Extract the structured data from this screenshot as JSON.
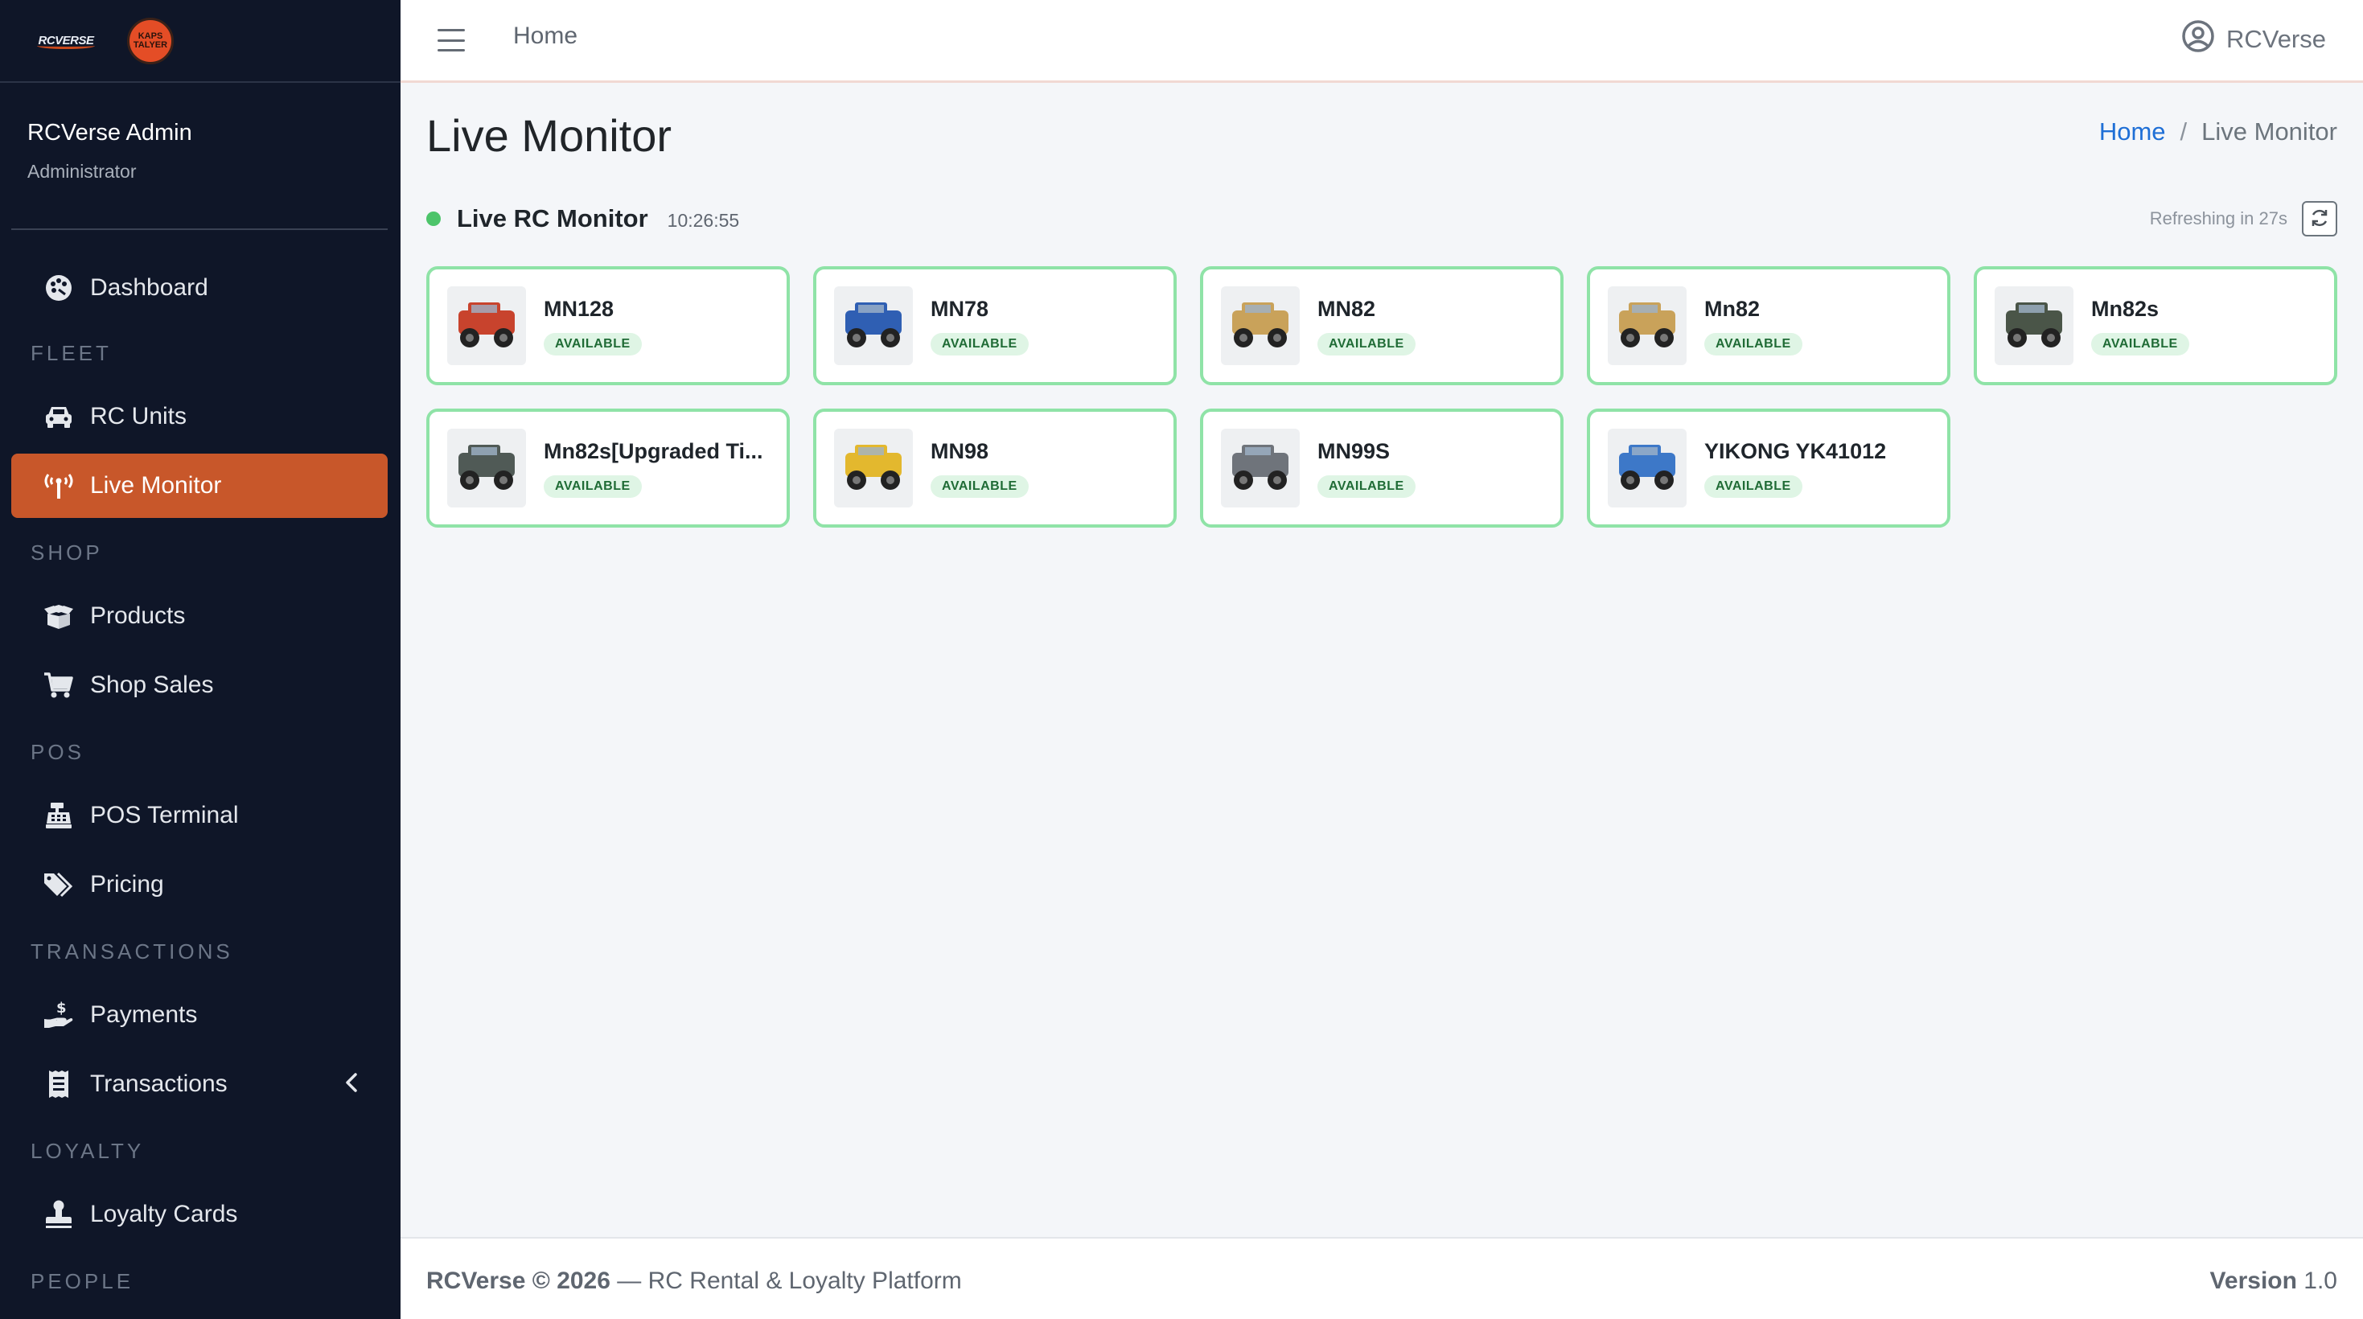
{
  "brand": {
    "logo_text": "RCVERSE",
    "partner_logo_line1": "KAPS",
    "partner_logo_line2": "TALYER"
  },
  "user_panel": {
    "name": "RCVerse Admin",
    "role": "Administrator"
  },
  "sidebar": {
    "items": [
      {
        "label": "Dashboard",
        "icon": "palette-icon"
      },
      {
        "header": "FLEET"
      },
      {
        "label": "RC Units",
        "icon": "car-icon"
      },
      {
        "label": "Live Monitor",
        "icon": "broadcast-tower-icon",
        "active": true
      },
      {
        "header": "SHOP"
      },
      {
        "label": "Products",
        "icon": "box-open-icon"
      },
      {
        "label": "Shop Sales",
        "icon": "shopping-cart-icon"
      },
      {
        "header": "POS"
      },
      {
        "label": "POS Terminal",
        "icon": "cash-register-icon"
      },
      {
        "label": "Pricing",
        "icon": "tags-icon"
      },
      {
        "header": "TRANSACTIONS"
      },
      {
        "label": "Payments",
        "icon": "hand-holding-dollar-icon"
      },
      {
        "label": "Transactions",
        "icon": "receipt-icon",
        "expandable": true
      },
      {
        "header": "LOYALTY"
      },
      {
        "label": "Loyalty Cards",
        "icon": "stamp-icon"
      },
      {
        "header": "PEOPLE"
      }
    ]
  },
  "topbar": {
    "home_label": "Home",
    "user_label": "RCVerse"
  },
  "page": {
    "title": "Live Monitor",
    "breadcrumb": {
      "home": "Home",
      "separator": "/",
      "current": "Live Monitor"
    }
  },
  "monitor": {
    "title": "Live RC Monitor",
    "time": "10:26:55",
    "refresh_text": "Refreshing in 27s",
    "units": [
      {
        "name": "MN128",
        "status": "AVAILABLE",
        "thumb_color": "#c8432d"
      },
      {
        "name": "MN78",
        "status": "AVAILABLE",
        "thumb_color": "#2f5fb3"
      },
      {
        "name": "MN82",
        "status": "AVAILABLE",
        "thumb_color": "#c9a25a"
      },
      {
        "name": "Mn82",
        "status": "AVAILABLE",
        "thumb_color": "#c9a25a"
      },
      {
        "name": "Mn82s",
        "status": "AVAILABLE",
        "thumb_color": "#4a5548"
      },
      {
        "name": "Mn82s[Upgraded Ti...",
        "status": "AVAILABLE",
        "thumb_color": "#505a56"
      },
      {
        "name": "MN98",
        "status": "AVAILABLE",
        "thumb_color": "#e3b82e"
      },
      {
        "name": "MN99S",
        "status": "AVAILABLE",
        "thumb_color": "#6f747b"
      },
      {
        "name": "YIKONG YK41012",
        "status": "AVAILABLE",
        "thumb_color": "#3d78c8"
      }
    ]
  },
  "footer": {
    "brand": "RCVerse © 2026",
    "tagline": " — RC Rental & Loyalty Platform",
    "version_label": "Version",
    "version_number": "1.0"
  },
  "colors": {
    "accent": "#c8572a",
    "available_border": "#8fe3a7",
    "link": "#1f6fd6",
    "sidebar_bg": "#0f1628"
  }
}
